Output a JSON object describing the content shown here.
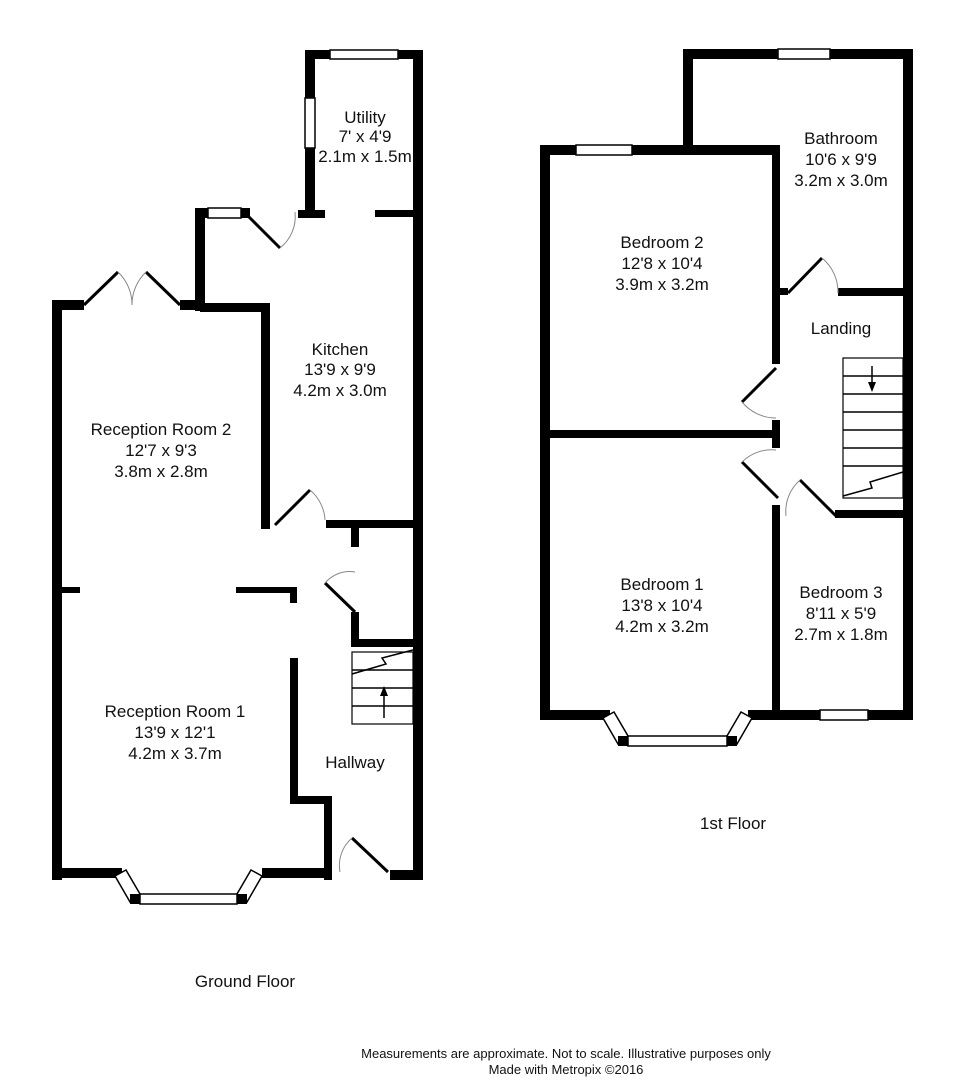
{
  "floors": {
    "ground": {
      "title": "Ground Floor",
      "rooms": [
        {
          "name": "Utility",
          "imperial": "7' x 4'9",
          "metric": "2.1m x 1.5m"
        },
        {
          "name": "Kitchen",
          "imperial": "13'9 x 9'9",
          "metric": "4.2m x 3.0m"
        },
        {
          "name": "Reception Room 2",
          "imperial": "12'7 x 9'3",
          "metric": "3.8m x 2.8m"
        },
        {
          "name": "Reception Room 1",
          "imperial": "13'9 x 12'1",
          "metric": "4.2m x 3.7m"
        },
        {
          "name": "Hallway",
          "imperial": "",
          "metric": ""
        }
      ]
    },
    "first": {
      "title": "1st Floor",
      "rooms": [
        {
          "name": "Bathroom",
          "imperial": "10'6 x 9'9",
          "metric": "3.2m x 3.0m"
        },
        {
          "name": "Bedroom 2",
          "imperial": "12'8 x 10'4",
          "metric": "3.9m x 3.2m"
        },
        {
          "name": "Landing",
          "imperial": "",
          "metric": ""
        },
        {
          "name": "Bedroom 1",
          "imperial": "13'8 x 10'4",
          "metric": "4.2m x 3.2m"
        },
        {
          "name": "Bedroom 3",
          "imperial": "8'11 x 5'9",
          "metric": "2.7m x 1.8m"
        }
      ]
    }
  },
  "footer": {
    "line1": "Measurements are approximate.  Not to scale.  Illustrative purposes only",
    "line2": "Made with Metropix ©2016"
  }
}
